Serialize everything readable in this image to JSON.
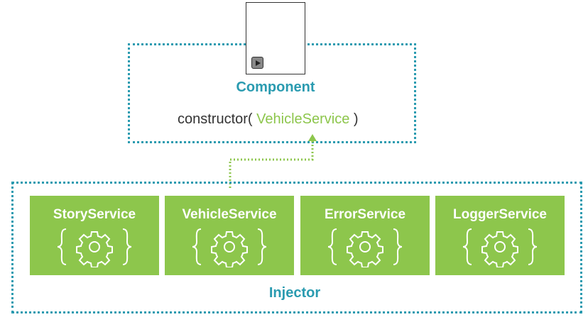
{
  "component": {
    "label": "Component",
    "constructor_prefix": "constructor(",
    "constructor_param": "VehicleService",
    "constructor_suffix": ")"
  },
  "injector": {
    "label": "Injector",
    "services": [
      {
        "name": "StoryService",
        "icon": "braced-gear-icon"
      },
      {
        "name": "VehicleService",
        "icon": "braced-gear-icon"
      },
      {
        "name": "ErrorService",
        "icon": "braced-gear-icon"
      },
      {
        "name": "LoggerService",
        "icon": "braced-gear-icon"
      }
    ]
  },
  "colors": {
    "accent_blue": "#2a9bb0",
    "service_green": "#8dc64c",
    "text_dark": "#333333"
  }
}
